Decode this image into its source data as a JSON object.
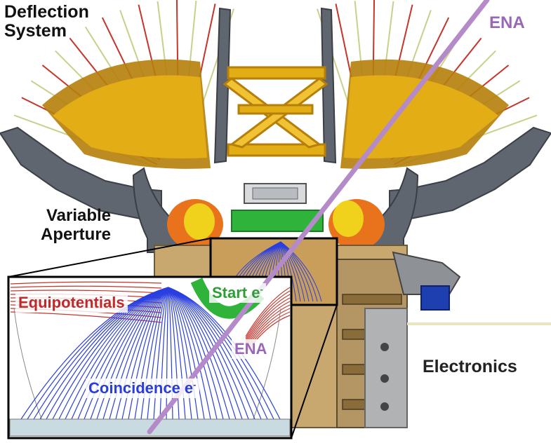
{
  "labels": {
    "deflection_line1": "Deflection",
    "deflection_line2": "System",
    "variable_line1": "Variable",
    "variable_line2": "Aperture",
    "ena_top": "ENA",
    "electronics": "Electronics"
  },
  "inset": {
    "equipotentials": "Equipotentials",
    "start_e": "Start e",
    "start_e_sup": "-",
    "ena": "ENA",
    "coincidence_e": "Coincidence e",
    "coincidence_e_sup": "-"
  },
  "colors": {
    "housing": "#5f6670",
    "gold": "#e3ad16",
    "gold_dark": "#b57f0a",
    "orange": "#e8731c",
    "yellow": "#f0d21c",
    "green": "#2fb33a",
    "blue_trajectories": "#2a3fe0",
    "red_equipotentials": "#c6342a",
    "ena_beam": "#b48bc8",
    "label_red": "#c0282a",
    "label_green": "#2e9e34",
    "label_purple": "#9a67b8",
    "label_blue": "#2b3dd8"
  }
}
